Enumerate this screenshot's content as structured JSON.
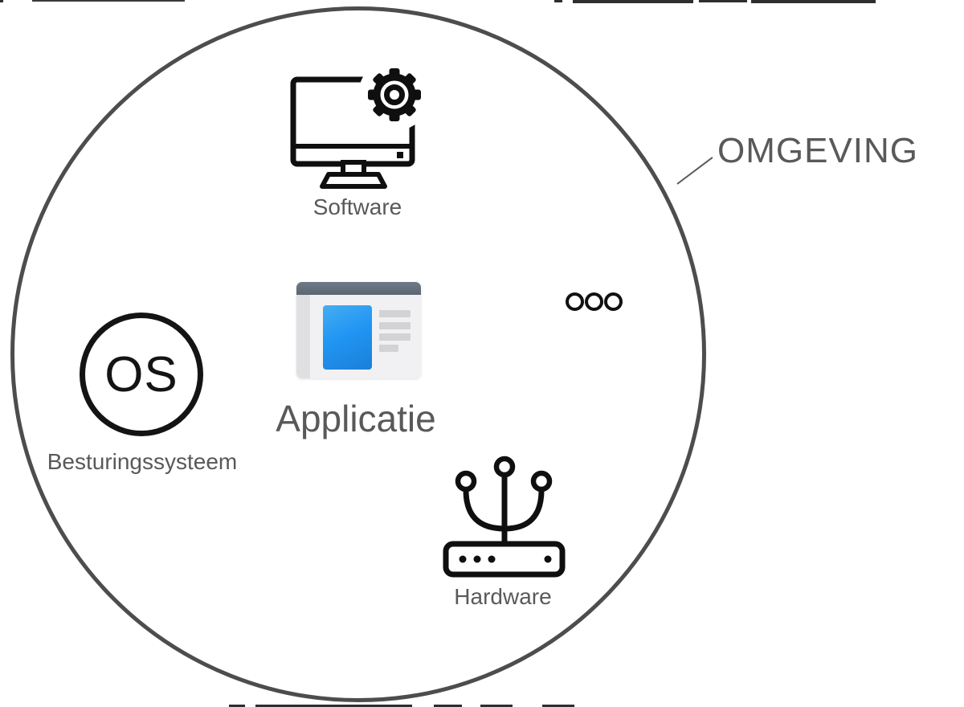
{
  "diagram": {
    "outer_label": "OMGEVING",
    "nodes": [
      {
        "id": "software",
        "label": "Software",
        "icon": "monitor-gear-icon"
      },
      {
        "id": "applicatie",
        "label": "Applicatie",
        "icon": "app-window-icon"
      },
      {
        "id": "os",
        "label": "Besturingssysteem",
        "badge": "OS",
        "icon": "os-circle-icon"
      },
      {
        "id": "hardware",
        "label": "Hardware",
        "icon": "network-hub-icon"
      },
      {
        "id": "ellipsis",
        "label": "",
        "icon": "ellipsis-icon"
      }
    ],
    "colors": {
      "boundary_stroke": "#4d4d4d",
      "label_text": "#595959",
      "icon_black": "#111111",
      "app_titlebar": "#5b6773",
      "app_accent_blue": "#2196f3",
      "app_line_gray": "#d3d3d6"
    }
  }
}
